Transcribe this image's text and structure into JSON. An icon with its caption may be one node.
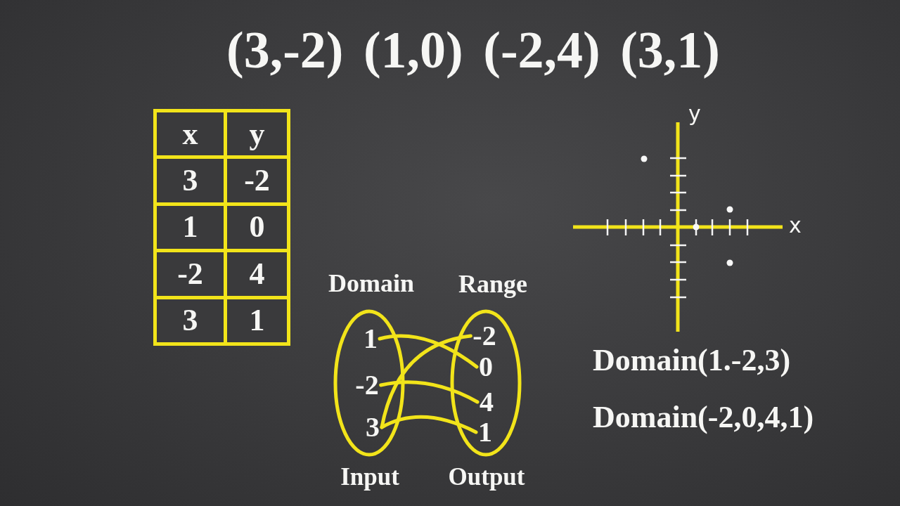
{
  "diagram": {
    "title": "(3,-2) (1,0) (-2,4) (3,1)",
    "nodes": [
      {
        "text": [
          "Domain"
        ],
        "beside": [
          "Input"
        ]
      },
      {
        "text": [
          "1"
        ],
        "in": 0
      },
      {
        "text": [
          "-2"
        ],
        "in": 0
      },
      {
        "text": [
          "3"
        ],
        "in": 0
      },
      {
        "text": [
          "Range"
        ],
        "beside": [
          "Output"
        ]
      },
      {
        "text": [
          "-2"
        ],
        "in": 4
      },
      {
        "text": [
          "0"
        ],
        "in": 4
      },
      {
        "text": [
          "4"
        ],
        "in": 4
      },
      {
        "text": [
          "1"
        ],
        "in": 4
      }
    ],
    "edges": [
      {
        "from": 1,
        "to": 6,
        "arrow": "none"
      },
      {
        "from": 2,
        "to": 7,
        "arrow": "none"
      },
      {
        "from": 3,
        "to": 5,
        "arrow": "none"
      },
      {
        "from": 3,
        "to": 8,
        "arrow": "none"
      }
    ],
    "labels": [
      "x",
      "y",
      "3",
      "-2",
      "1",
      "0",
      "-2",
      "4",
      "3",
      "1",
      "y",
      "x",
      "Domain(1.-2,3)",
      "Domain(-2,0,4,1)"
    ]
  }
}
